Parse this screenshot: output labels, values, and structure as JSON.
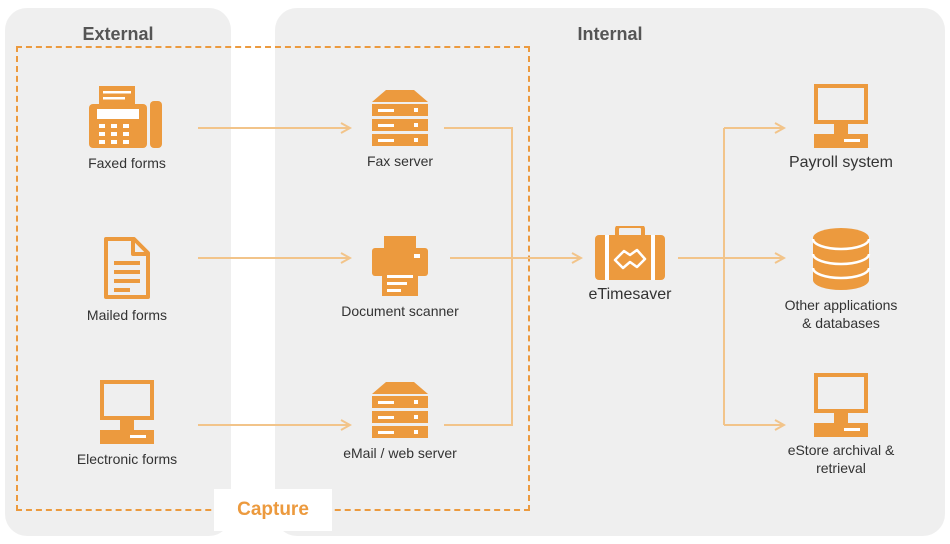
{
  "external": {
    "title": "External"
  },
  "internal": {
    "title": "Internal"
  },
  "capture": {
    "label": "Capture"
  },
  "nodes": {
    "faxed_forms": "Faxed forms",
    "mailed_forms": "Mailed forms",
    "electronic_forms": "Electronic forms",
    "fax_server": "Fax server",
    "document_scanner": "Document scanner",
    "email_server": "eMail / web server",
    "etimesaver": "eTimesaver",
    "payroll": "Payroll system",
    "other_apps_line1": "Other applications",
    "other_apps_line2": "& databases",
    "estore_line1": "eStore archival &",
    "estore_line2": "retrieval"
  },
  "colors": {
    "accent": "#ec9a3e",
    "connector": "#f2c48a",
    "panel": "#efefef"
  }
}
